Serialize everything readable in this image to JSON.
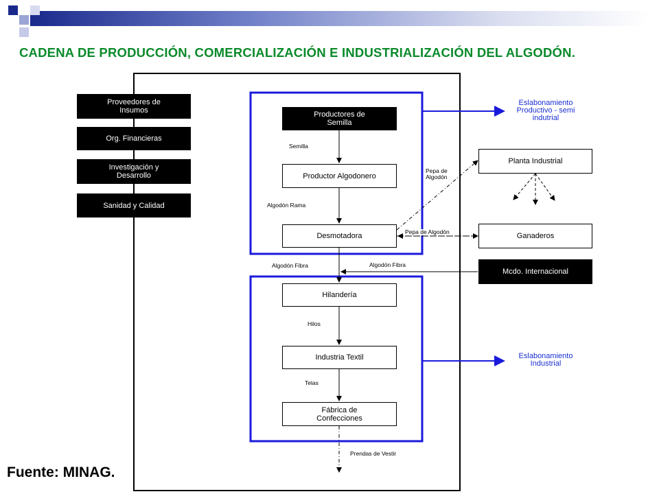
{
  "title": "CADENA DE PRODUCCIÓN, COMERCIALIZACIÓN E INDUSTRIALIZACIÓN DEL ALGODÓN.",
  "source": "Fuente: MINAG.",
  "colors": {
    "title": "#0a8a2a",
    "blue": "#1a1adc",
    "black": "#000000"
  },
  "left_boxes": [
    "Proveedores de\nInsumos",
    "Org. Financieras",
    "Investigación y\nDesarrollo",
    "Sanidad y Calidad"
  ],
  "chain_nodes": {
    "productores": "Productores de\nSemilla",
    "productor": "Productor Algodonero",
    "desmotadora": "Desmotadora",
    "hilanderia": "Hilandería",
    "industria": "Industria Textil",
    "fabrica": "Fábrica de\nConfecciones"
  },
  "right_nodes": {
    "planta": "Planta Industrial",
    "ganaderos": "Ganaderos",
    "mcdo": "Mcdo. Internacional"
  },
  "flow_labels": {
    "semilla": "Semilla",
    "rama": "Algodón Rama",
    "pepa1": "Pepa de\nAlgodón",
    "pepa2": "Pepa de Algodón",
    "fibra1": "Algodón Fibra",
    "fibra2": "Algodón Fibra",
    "hilos": "Hilos",
    "telas": "Telas",
    "prendas": "Prendas de Vestir"
  },
  "stage_labels": {
    "upper": "Eslabonamiento\nProductivo - semi\nindutrial",
    "lower": "Eslabonamiento\nIndustrial"
  }
}
